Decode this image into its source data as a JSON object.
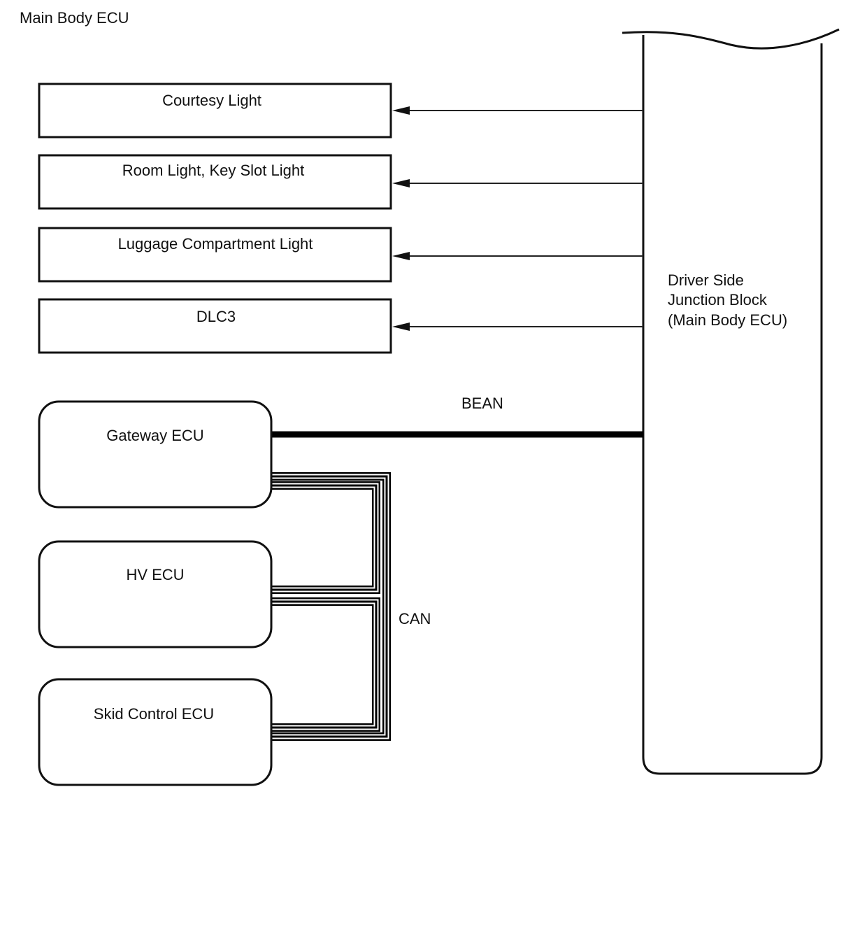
{
  "title": "Main Body ECU",
  "junction_block": {
    "label_lines": [
      "Driver Side",
      "Junction Block",
      "(Main Body ECU)"
    ]
  },
  "outputs": [
    {
      "label": "Courtesy Light"
    },
    {
      "label": "Room Light, Key Slot Light"
    },
    {
      "label": "Luggage Compartment Light"
    },
    {
      "label": "DLC3"
    }
  ],
  "ecus": [
    {
      "label": "Gateway ECU"
    },
    {
      "label": "HV ECU"
    },
    {
      "label": "Skid Control ECU"
    }
  ],
  "buses": {
    "bean_label": "BEAN",
    "can_label": "CAN"
  }
}
